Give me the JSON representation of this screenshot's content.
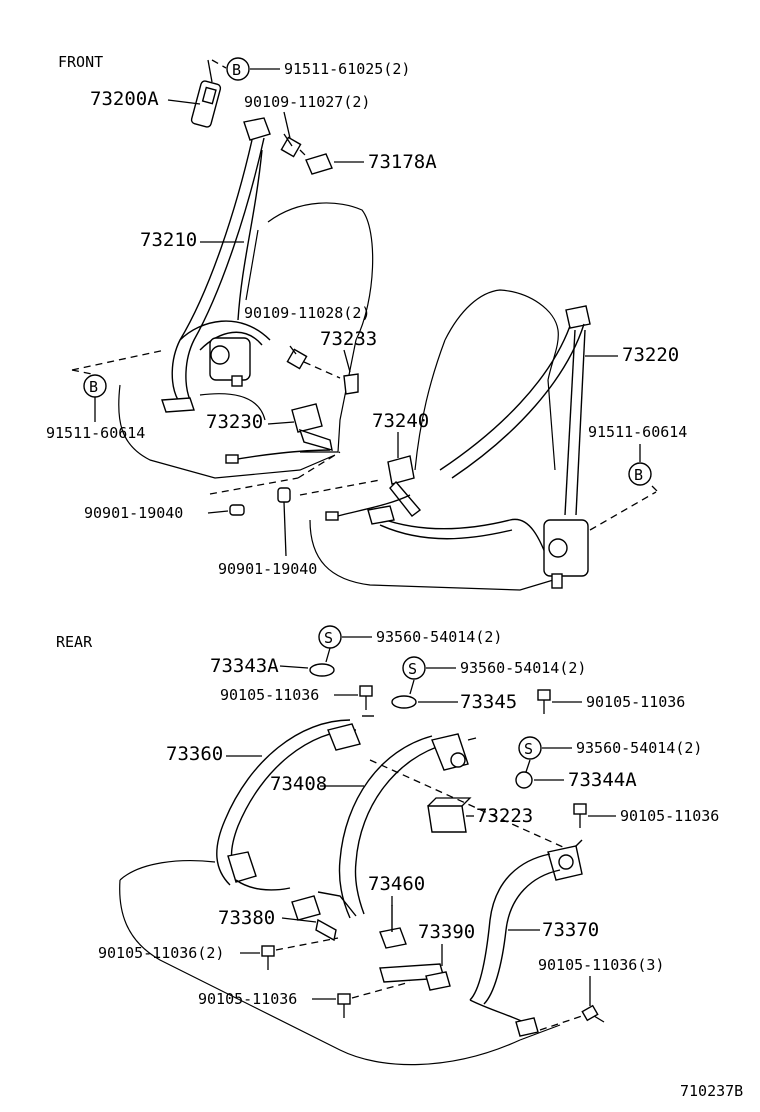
{
  "sections": {
    "front": "FRONT",
    "rear": "REAR"
  },
  "front_labels": {
    "b_top_mark": "B",
    "b_top_part": "91511-61025(2)",
    "retractor_73200a": "73200A",
    "bolt_90109_11027": "90109-11027(2)",
    "cover_73178a": "73178A",
    "belt_73210": "73210",
    "bolt_90109_11028": "90109-11028(2)",
    "cover_73233": "73233",
    "belt_73220": "73220",
    "b_left_mark": "B",
    "b_left_part": "91511-60614",
    "buckle_73230": "73230",
    "buckle_73240": "73240",
    "b_right_part": "91511-60614",
    "b_right_mark": "B",
    "clip_left": "90901-19040",
    "clip_bottom": "90901-19040"
  },
  "rear_labels": {
    "s1_mark": "S",
    "s1_part": "93560-54014(2)",
    "cover_73343a": "73343A",
    "s2_mark": "S",
    "s2_part": "93560-54014(2)",
    "bolt_a": "90105-11036",
    "cover_73345": "73345",
    "bolt_b": "90105-11036",
    "belt_73360": "73360",
    "s3_mark": "S",
    "s3_part": "93560-54014(2)",
    "belt_73408": "73408",
    "cover_73344a": "73344A",
    "bracket_73223": "73223",
    "bolt_c": "90105-11036",
    "buckle_73460": "73460",
    "buckle_73380": "73380",
    "buckle_73390": "73390",
    "belt_73370": "73370",
    "bolt_d": "90105-11036(2)",
    "bolt_e": "90105-11036(3)",
    "bolt_f": "90105-11036"
  },
  "diagram_id": "710237B"
}
